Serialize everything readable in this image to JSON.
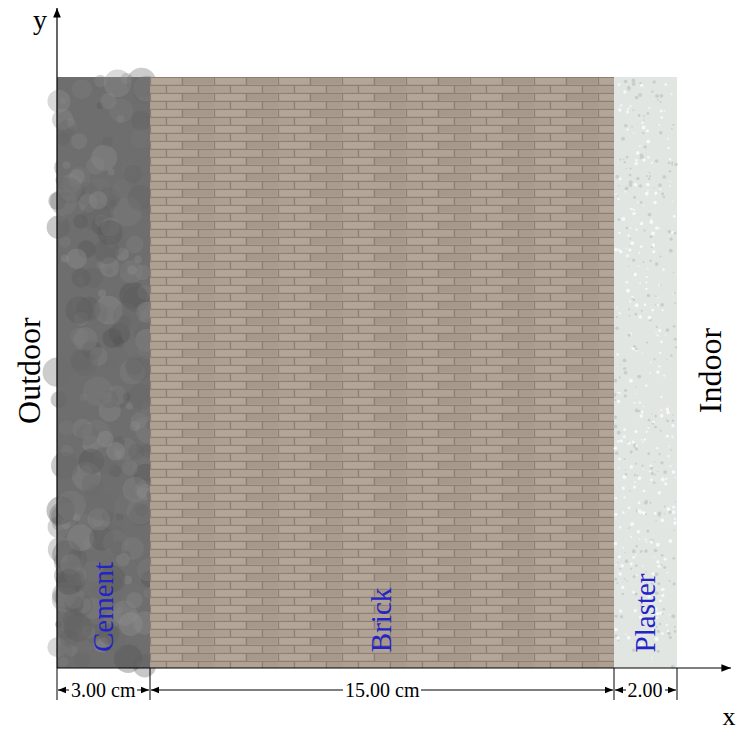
{
  "diagram": {
    "nodes": [
      {
        "text": [
          "Cement"
        ]
      },
      {
        "text": [
          "Brick"
        ]
      },
      {
        "text": [
          "Plaster"
        ]
      }
    ],
    "labels": [
      "y",
      "Outdoor",
      "Indoor",
      "3.00 cm",
      "15.00 cm",
      "2.00",
      "x"
    ]
  }
}
